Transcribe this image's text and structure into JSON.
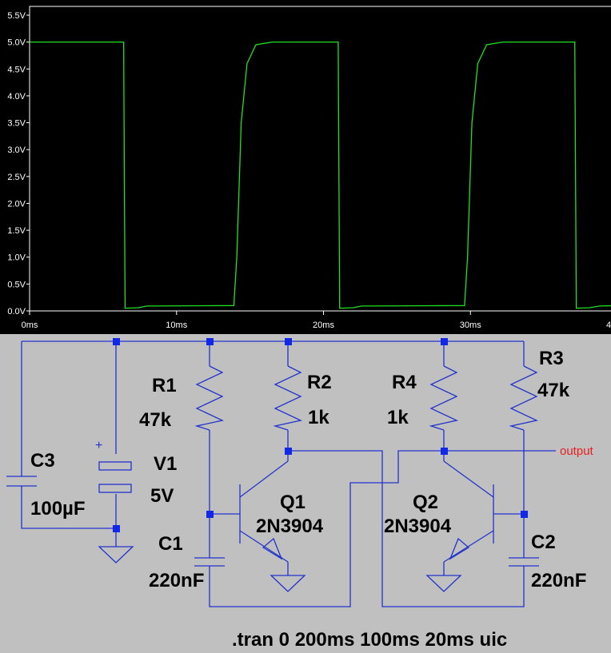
{
  "waveform": {
    "y_ticks": [
      "5.5V",
      "5.0V",
      "4.5V",
      "4.0V",
      "3.5V",
      "3.0V",
      "2.5V",
      "2.0V",
      "1.5V",
      "1.0V",
      "0.5V",
      "0.0V"
    ],
    "x_ticks": [
      "0ms",
      "10ms",
      "20ms",
      "30ms",
      "4"
    ],
    "trace_color": "#22e022"
  },
  "chart_data": {
    "type": "line",
    "xlim": [
      0,
      40
    ],
    "ylim": [
      0,
      5.5
    ],
    "grid": false,
    "series": [
      {
        "points": [
          [
            0,
            5.0
          ],
          [
            6.4,
            5.0
          ],
          [
            6.5,
            0.05
          ],
          [
            7.4,
            0.06
          ],
          [
            8.0,
            0.09
          ],
          [
            13.9,
            0.1
          ],
          [
            14.1,
            1.0
          ],
          [
            14.4,
            3.5
          ],
          [
            14.8,
            4.6
          ],
          [
            15.4,
            4.95
          ],
          [
            16.5,
            5.0
          ],
          [
            21.0,
            5.0
          ],
          [
            21.1,
            0.05
          ],
          [
            22.0,
            0.06
          ],
          [
            22.6,
            0.09
          ],
          [
            29.6,
            0.1
          ],
          [
            29.8,
            1.0
          ],
          [
            30.1,
            3.5
          ],
          [
            30.5,
            4.6
          ],
          [
            31.1,
            4.95
          ],
          [
            32.2,
            5.0
          ],
          [
            37.1,
            5.0
          ],
          [
            37.2,
            0.05
          ],
          [
            38.1,
            0.06
          ],
          [
            38.8,
            0.09
          ],
          [
            40.0,
            0.1
          ]
        ]
      }
    ]
  },
  "schematic": {
    "wire_color": "#2233cc",
    "node_color": "#1128e8",
    "components": {
      "r1": {
        "name": "R1",
        "value": "47k"
      },
      "r2": {
        "name": "R2",
        "value": "1k"
      },
      "r3": {
        "name": "R3",
        "value": "47k"
      },
      "r4": {
        "name": "R4",
        "value": "1k"
      },
      "c1": {
        "name": "C1",
        "value": "220nF"
      },
      "c2": {
        "name": "C2",
        "value": "220nF"
      },
      "c3": {
        "name": "C3",
        "value": "100µF"
      },
      "v1": {
        "name": "V1",
        "value": "5V",
        "polarity": "+"
      },
      "q1": {
        "name": "Q1",
        "model": "2N3904"
      },
      "q2": {
        "name": "Q2",
        "model": "2N3904"
      }
    },
    "net_label": "output",
    "net_label_color": "#e82020",
    "directive": ".tran 0 200ms 100ms 20ms uic"
  }
}
